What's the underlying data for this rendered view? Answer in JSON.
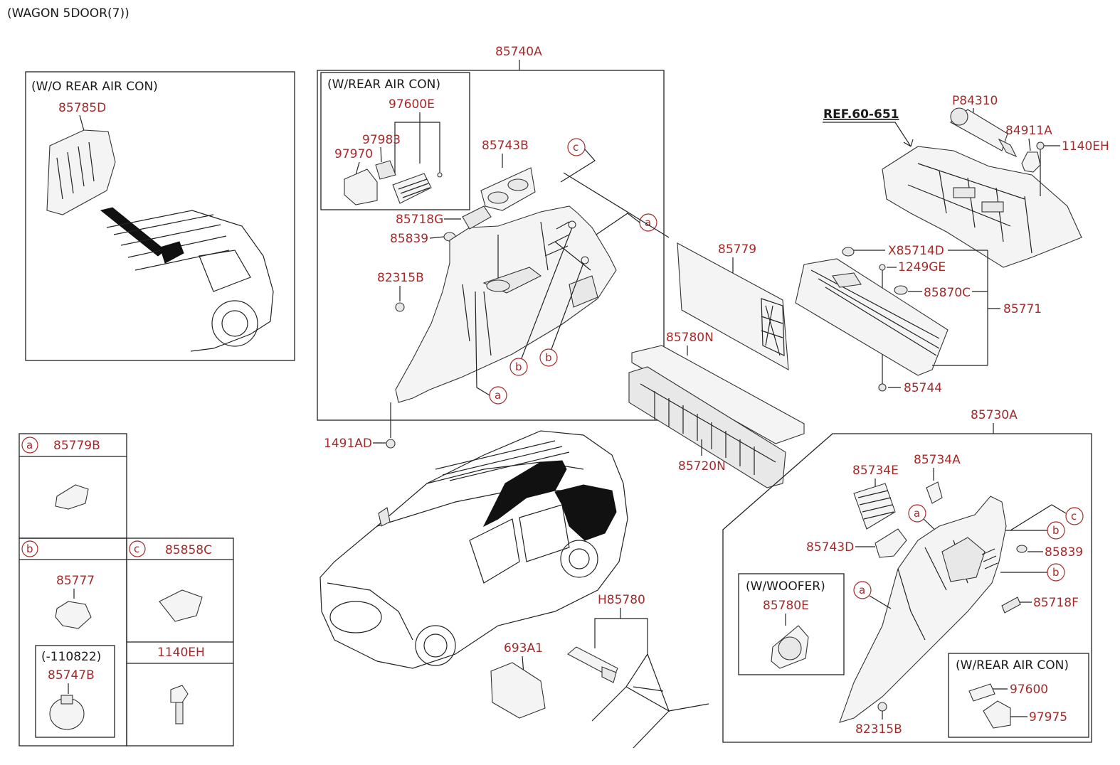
{
  "header": {
    "title": "(WAGON 5DOOR(7))"
  },
  "boxes": {
    "wo_rear_air_con": "(W/O REAR AIR CON)",
    "w_rear_air_con_top": "(W/REAR AIR CON)",
    "w_woofer": "(W/WOOFER)",
    "w_rear_air_con_bottom": "(W/REAR AIR CON)",
    "date_note": "(-110822)"
  },
  "ref": "REF.60-651",
  "letters": {
    "a": "a",
    "b": "b",
    "c": "c"
  },
  "labels": {
    "p85785D": "85785D",
    "p85740A": "85740A",
    "p97600E": "97600E",
    "p97983": "97983",
    "p97970": "97970",
    "p85743B": "85743B",
    "p85718G": "85718G",
    "p85839_top": "85839",
    "p82315B_top": "82315B",
    "p1491AD": "1491AD",
    "p85779": "85779",
    "p85780N": "85780N",
    "p85720N": "85720N",
    "pP84310": "P84310",
    "p84911A": "84911A",
    "p1140EH_top": "1140EH",
    "pX85714D": "X85714D",
    "p1249GE": "1249GE",
    "p85870C": "85870C",
    "p85771": "85771",
    "p85744": "85744",
    "p85730A": "85730A",
    "p85734E": "85734E",
    "p85734A": "85734A",
    "p85743D": "85743D",
    "p85839_bottom": "85839",
    "p85718F": "85718F",
    "p85780E": "85780E",
    "p97600": "97600",
    "p97975": "97975",
    "p82315B_bottom": "82315B",
    "pH85780": "H85780",
    "p693A1": "693A1",
    "p85779B": "85779B",
    "p85858C": "85858C",
    "p85777": "85777",
    "p85747B": "85747B",
    "p1140EH_legend": "1140EH"
  }
}
